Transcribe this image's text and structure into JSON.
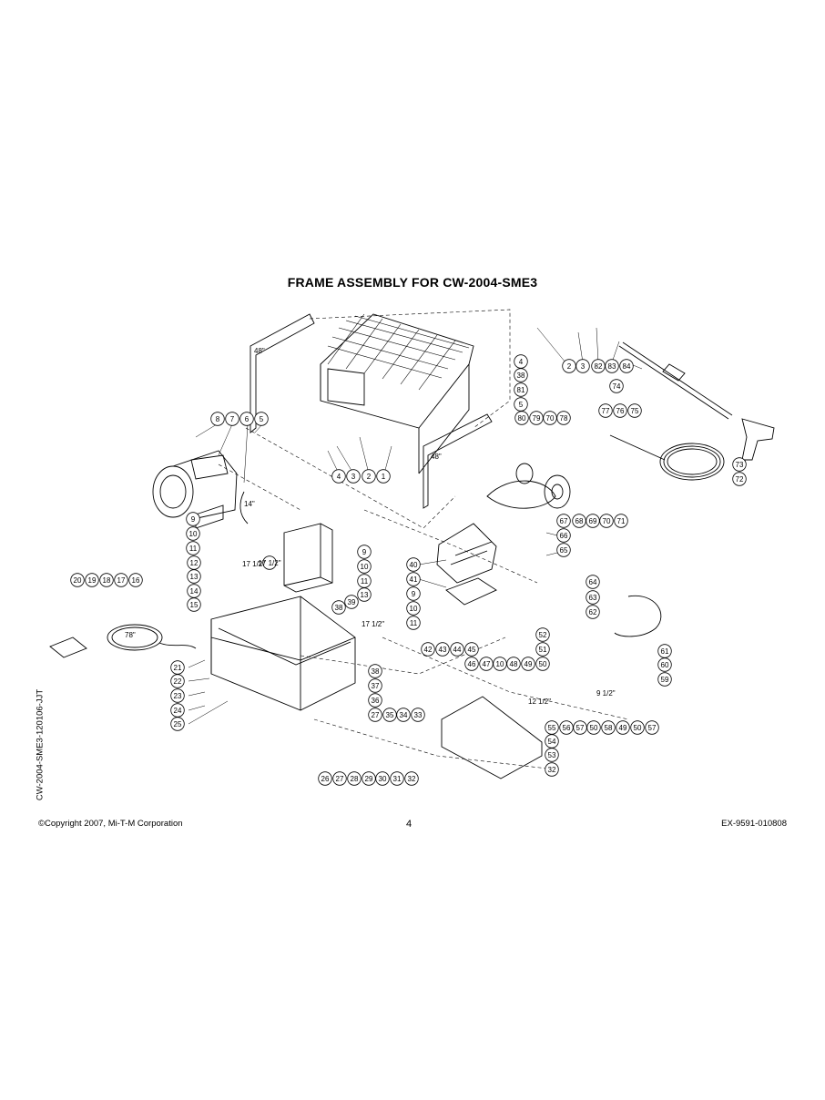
{
  "title": "FRAME ASSEMBLY FOR CW-2004-SME3",
  "side_code": "CW-2004-SME3-120106-JJT",
  "footer": {
    "copyright": "©Copyright 2007, Mi-T-M Corporation",
    "page_number": "4",
    "doc_code": "EX-9591-010808"
  },
  "dimensions": [
    "48\"",
    "48\"",
    "14\"",
    "17 1/2\"",
    "17 1/2\"",
    "78\"",
    "12 1/2\"",
    "9 1/2\""
  ],
  "callouts": [
    "2",
    "3",
    "82",
    "83",
    "84",
    "4",
    "38",
    "81",
    "5",
    "74",
    "77",
    "76",
    "75",
    "80",
    "79",
    "70",
    "78",
    "73",
    "72",
    "8",
    "7",
    "6",
    "5",
    "4",
    "3",
    "2",
    "1",
    "9",
    "10",
    "11",
    "67",
    "68",
    "69",
    "70",
    "71",
    "66",
    "65",
    "40",
    "9",
    "10",
    "11",
    "12",
    "13",
    "14",
    "15",
    "17 1/2\"",
    "39",
    "13",
    "38",
    "41",
    "9",
    "10",
    "11",
    "20",
    "19",
    "18",
    "17",
    "16",
    "64",
    "63",
    "62",
    "61",
    "60",
    "59",
    "42",
    "43",
    "44",
    "45",
    "46",
    "47",
    "10",
    "48",
    "49",
    "50",
    "51",
    "52",
    "21",
    "22",
    "23",
    "24",
    "25",
    "38",
    "37",
    "36",
    "27",
    "35",
    "34",
    "33",
    "56",
    "57",
    "50",
    "58",
    "49",
    "50",
    "57",
    "55",
    "54",
    "53",
    "32",
    "26",
    "27",
    "28",
    "29",
    "30",
    "31",
    "32"
  ]
}
